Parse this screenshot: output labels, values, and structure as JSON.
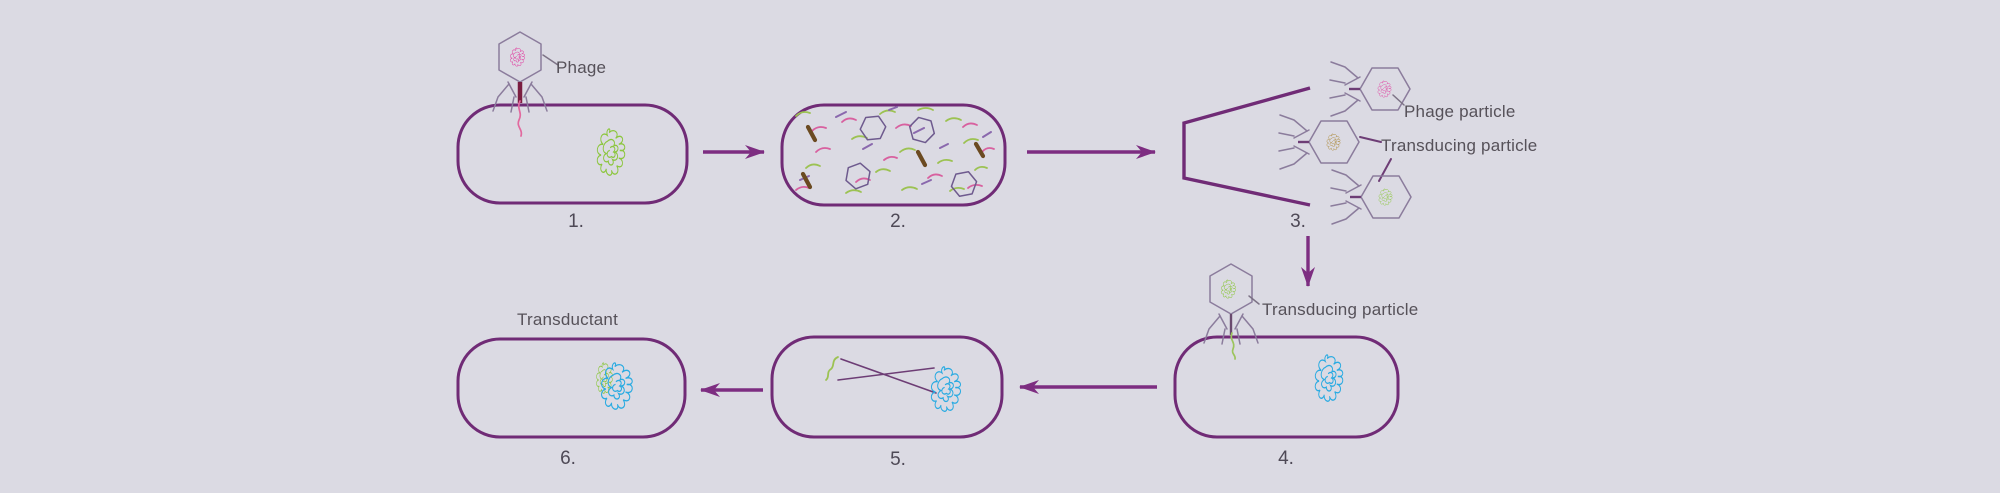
{
  "figure": {
    "background_color": "#dbdae3",
    "labels": {
      "phage": "Phage",
      "phage_particle": "Phage particle",
      "transducing_particle_step3": "Transducing particle",
      "transducing_particle_step4": "Transducing particle",
      "transductant": "Transductant"
    },
    "step_numbers": [
      "1.",
      "2.",
      "3.",
      "4.",
      "5.",
      "6."
    ],
    "colors": {
      "cell_outline": "#702b76",
      "arrow": "#7d2d81",
      "label_text": "#565159",
      "donor_dna_green": "#8cc63e",
      "recipient_dna_blue": "#2aabe2",
      "phage_dna_magenta": "#e03fa0",
      "transducing_dna_olive": "#a8842e",
      "fragment_brown": "#6b4a21",
      "fragment_purple": "#8a68ad",
      "fragment_pink": "#d8609f",
      "phage_outline": "#8b7c9c"
    }
  }
}
